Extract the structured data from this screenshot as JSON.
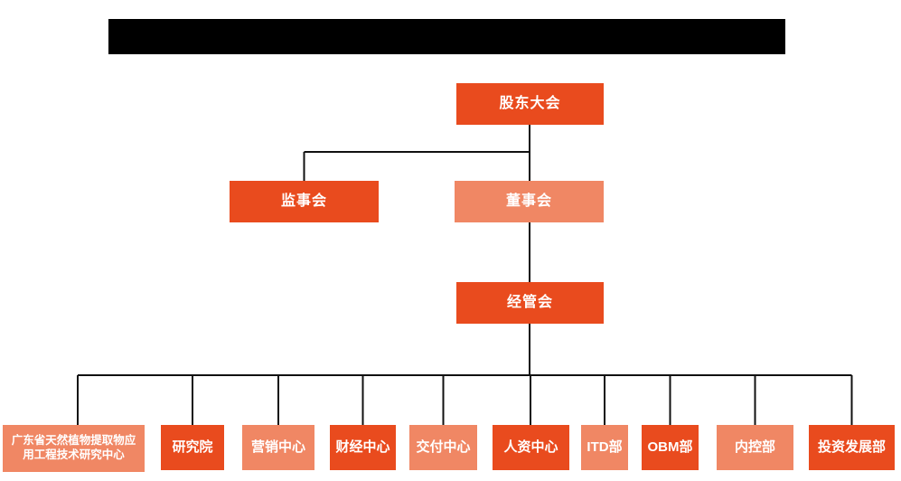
{
  "colors": {
    "primary": "#E94B1E",
    "secondary": "#F08764",
    "line": "#111111",
    "bar": "#000000"
  },
  "nodes": {
    "shareholders": {
      "label": "股东大会"
    },
    "supervisors": {
      "label": "监事会"
    },
    "directors": {
      "label": "董事会"
    },
    "management": {
      "label": "经管会"
    },
    "departments": [
      {
        "id": "gd-natural-plant-extract-center",
        "label": "广东省天然植物提取物应用工程技术研究中心",
        "variant": "secondary"
      },
      {
        "id": "research-institute",
        "label": "研究院",
        "variant": "primary"
      },
      {
        "id": "marketing-center",
        "label": "营销中心",
        "variant": "secondary"
      },
      {
        "id": "finance-center",
        "label": "财经中心",
        "variant": "primary"
      },
      {
        "id": "delivery-center",
        "label": "交付中心",
        "variant": "secondary"
      },
      {
        "id": "hr-center",
        "label": "人资中心",
        "variant": "primary"
      },
      {
        "id": "itd-dept",
        "label": "ITD部",
        "variant": "secondary"
      },
      {
        "id": "obm-dept",
        "label": "OBM部",
        "variant": "primary"
      },
      {
        "id": "internal-control-dept",
        "label": "内控部",
        "variant": "secondary"
      },
      {
        "id": "investment-development-dept",
        "label": "投资发展部",
        "variant": "primary"
      }
    ]
  }
}
